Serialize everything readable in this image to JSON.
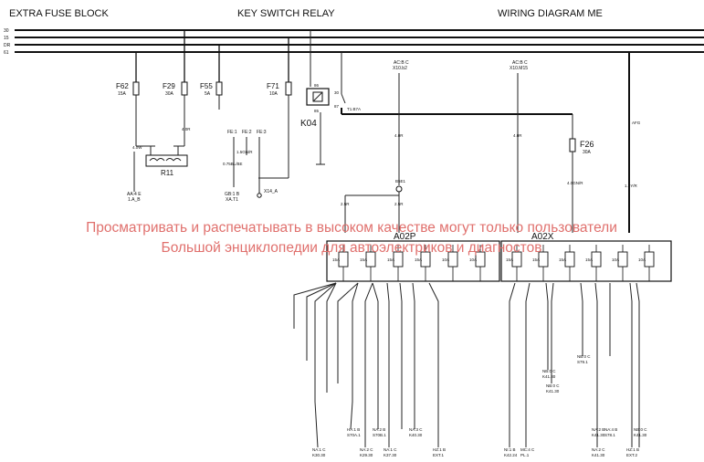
{
  "header": {
    "left": "EXTRA FUSE BLOCK",
    "center": "KEY SWITCH RELAY",
    "right": "WIRING DIAGRAM ME"
  },
  "rails": [
    "30",
    "15",
    "DR",
    "61"
  ],
  "fuses_top": [
    {
      "id": "F62",
      "rating": "15A"
    },
    {
      "id": "F29",
      "rating": "30A"
    },
    {
      "id": "F55",
      "rating": "5A"
    },
    {
      "id": "F71",
      "rating": "10A"
    }
  ],
  "relay": {
    "id": "K04",
    "pin86": "86",
    "pin85": "85",
    "pin87": "87",
    "pin30": "30"
  },
  "f26": {
    "id": "F26",
    "rating": "30A"
  },
  "r11": {
    "id": "R11"
  },
  "modules": [
    {
      "id": "A02P",
      "fuses": [
        "15A",
        "15A",
        "15A",
        "15A",
        "10A",
        "10A"
      ]
    },
    {
      "id": "A02X",
      "fuses": [
        "15A",
        "15A",
        "15A",
        "15A",
        "10A",
        "10A"
      ]
    }
  ],
  "watermark": {
    "line1": "Просматривать и распечатывать в высоком качестве могут только пользователи",
    "line2": "Большой энциклопедии для автоэлектриков и диагностов"
  },
  "small_labels": {
    "ac_b1": "AC:B C",
    "ac_b1_sub": "X10.b2",
    "ac_b2": "AC:B C",
    "ac_b2_sub": "X10.M15",
    "wire_1": "4.0R",
    "wire_2": "4.0R",
    "wire_3": "4.0GN/R",
    "wire_4": "1.5Y/R",
    "wire_5": "2.5R",
    "wire_6": "2.5R",
    "wire_7": "4.0W",
    "wire_8": "4.0R",
    "wire_9": "1.5GN/R",
    "wire_10": "1.5GN/R",
    "wire_11": "0.75BL/BE",
    "fe1": "FE:1",
    "fe2": "FE:2",
    "fe3": "FE:3",
    "splice": "X14_A",
    "splice2": "B5E1",
    "f26_top": "AFG",
    "out_aa": "AA:4 E",
    "out_aa_sub": "1.A_B",
    "out_gb": "GB:1 B",
    "out_gb_sub": "XA.T1",
    "rel_out": "T1.B7A"
  },
  "bottom_p": [
    {
      "a": "NA:1 C",
      "b": "K30.30"
    },
    {
      "a": "NA:2 C",
      "b": "K29.30"
    },
    {
      "a": "NA:1 C",
      "b": "K37.30"
    },
    {
      "a": "HZ:1 B",
      "b": "EXT.1"
    },
    {
      "a": "HA:1 B",
      "b": "S70A.1"
    },
    {
      "a": "NA:2 B",
      "b": "S70B.1"
    },
    {
      "a": "NA:3 C",
      "b": "K40.30"
    }
  ],
  "bottom_x": [
    {
      "a": "NI:1 B",
      "b": "K42.24"
    },
    {
      "a": "MC:4 C",
      "b": "PL.1"
    },
    {
      "a": "NA:2 C",
      "b": "K41.30"
    },
    {
      "a": "NA:4 B",
      "b": "S78.1"
    },
    {
      "a": "HZ:1 B",
      "b": "EXT.2"
    },
    {
      "a": "NB:0 C",
      "b": "K41.30"
    },
    {
      "a": "NB:0 C",
      "b": "K41.30"
    },
    {
      "a": "NB:0 C",
      "b": "S79.1"
    },
    {
      "a": "NA:2 B",
      "b": "K41.30"
    },
    {
      "a": "NB:0 C",
      "b": "K41.30"
    }
  ]
}
